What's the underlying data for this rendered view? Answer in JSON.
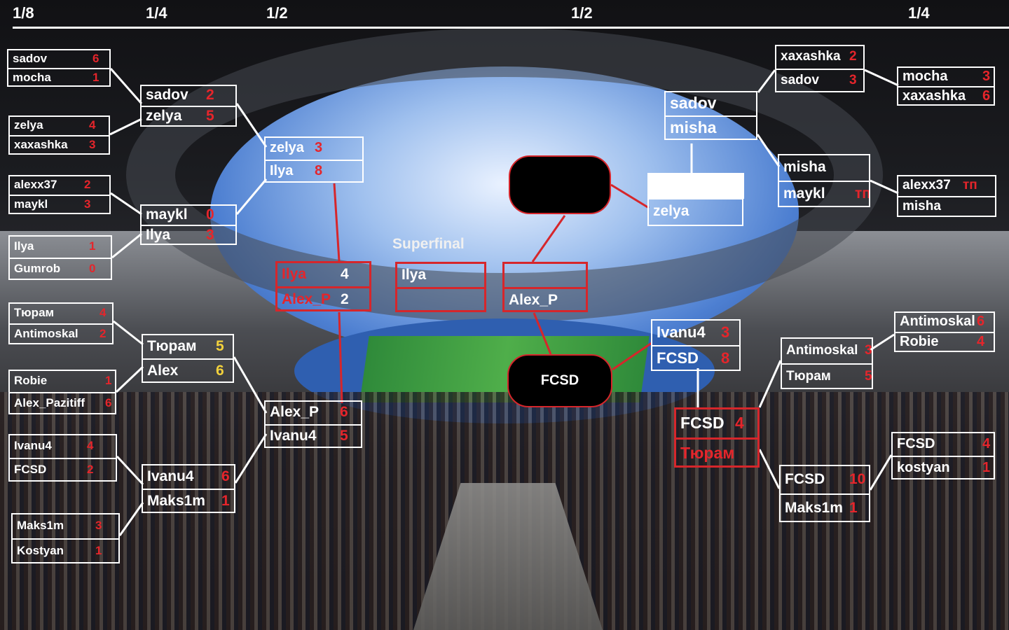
{
  "stages": [
    "1/8",
    "1/4",
    "1/2",
    "1/2",
    "1/4"
  ],
  "superfinal_label": "Superfinal",
  "blob_labels": [
    "",
    "FCSD"
  ],
  "matches": [
    {
      "id": "L8-1",
      "rows": [
        {
          "name": "sadov",
          "score": "6"
        },
        {
          "name": "mocha",
          "score": "1"
        }
      ]
    },
    {
      "id": "L8-2",
      "rows": [
        {
          "name": "zelya",
          "score": "4"
        },
        {
          "name": "xaxashka",
          "score": "3"
        }
      ]
    },
    {
      "id": "L8-3",
      "rows": [
        {
          "name": "alexx37",
          "score": "2"
        },
        {
          "name": "maykl",
          "score": "3"
        }
      ]
    },
    {
      "id": "L8-4",
      "rows": [
        {
          "name": "Ilya",
          "score": "1"
        },
        {
          "name": "Gumrob",
          "score": "0"
        }
      ]
    },
    {
      "id": "L8-5",
      "rows": [
        {
          "name": "Тюрам",
          "score": "4"
        },
        {
          "name": "Antimoskal",
          "score": "2"
        }
      ]
    },
    {
      "id": "L8-6",
      "rows": [
        {
          "name": "Robie",
          "score": "1"
        },
        {
          "name": "Alex_Pazitiff",
          "score": "6"
        }
      ]
    },
    {
      "id": "L8-7",
      "rows": [
        {
          "name": "Ivanu4",
          "score": "4"
        },
        {
          "name": "FCSD",
          "score": "2"
        }
      ]
    },
    {
      "id": "L8-8",
      "rows": [
        {
          "name": "Maks1m",
          "score": "3"
        },
        {
          "name": "Kostyan",
          "score": "1"
        }
      ]
    },
    {
      "id": "L4-1",
      "rows": [
        {
          "name": "sadov",
          "score": "2"
        },
        {
          "name": "zelya",
          "score": "5"
        }
      ]
    },
    {
      "id": "L4-2",
      "rows": [
        {
          "name": "maykl",
          "score": "0"
        },
        {
          "name": "Ilya",
          "score": "3"
        }
      ]
    },
    {
      "id": "L4-3",
      "rows": [
        {
          "name": "Тюрам",
          "score": "5"
        },
        {
          "name": "Alex",
          "score": "6"
        }
      ]
    },
    {
      "id": "L4-4",
      "rows": [
        {
          "name": "Ivanu4",
          "score": "6"
        },
        {
          "name": "Maks1m",
          "score": "1"
        }
      ]
    },
    {
      "id": "L2-1",
      "rows": [
        {
          "name": "zelya",
          "score": "3"
        },
        {
          "name": "Ilya",
          "score": "8"
        }
      ]
    },
    {
      "id": "L2-2",
      "rows": [
        {
          "name": "Alex_P",
          "score": "6"
        },
        {
          "name": "Ivanu4",
          "score": "5"
        }
      ]
    },
    {
      "id": "LF",
      "rows": [
        {
          "name": "Ilya",
          "score": "4"
        },
        {
          "name": "Alex_P",
          "score": "2"
        }
      ]
    },
    {
      "id": "SF",
      "rows": [
        {
          "name": "Ilya",
          "score": ""
        },
        {
          "name": "",
          "score": ""
        }
      ]
    },
    {
      "id": "RF",
      "rows": [
        {
          "name": "",
          "score": ""
        },
        {
          "name": "Alex_P",
          "score": ""
        }
      ]
    },
    {
      "id": "R2-1",
      "rows": [
        {
          "name": "sadov",
          "score": ""
        },
        {
          "name": "misha",
          "score": ""
        }
      ]
    },
    {
      "id": "R2-1b",
      "rows": [
        {
          "name": "zelya",
          "score": ""
        }
      ]
    },
    {
      "id": "R2-2",
      "rows": [
        {
          "name": "Ivanu4",
          "score": "3"
        },
        {
          "name": "FCSD",
          "score": "8"
        }
      ]
    },
    {
      "id": "R2-3",
      "rows": [
        {
          "name": "FCSD",
          "score": "4"
        },
        {
          "name": "Тюрам",
          "score": ""
        }
      ]
    },
    {
      "id": "R4-1",
      "rows": [
        {
          "name": "xaxashka",
          "score": "2"
        },
        {
          "name": "sadov",
          "score": "3"
        }
      ]
    },
    {
      "id": "R4-2",
      "rows": [
        {
          "name": "misha",
          "score": ""
        },
        {
          "name": "maykl",
          "score": "тп"
        }
      ]
    },
    {
      "id": "R4-3",
      "rows": [
        {
          "name": "Antimoskal",
          "score": "3"
        },
        {
          "name": "Тюрам",
          "score": "5"
        }
      ]
    },
    {
      "id": "R4-4",
      "rows": [
        {
          "name": "FCSD",
          "score": "10"
        },
        {
          "name": "Maks1m",
          "score": "1"
        }
      ]
    },
    {
      "id": "R8-1",
      "rows": [
        {
          "name": "mocha",
          "score": "3"
        },
        {
          "name": "xaxashka",
          "score": "6"
        }
      ]
    },
    {
      "id": "R8-2",
      "rows": [
        {
          "name": "alexx37",
          "score": "тп"
        },
        {
          "name": "misha",
          "score": ""
        }
      ]
    },
    {
      "id": "R8-3",
      "rows": [
        {
          "name": "Antimoskal",
          "score": "6"
        },
        {
          "name": "Robie",
          "score": "4"
        }
      ]
    },
    {
      "id": "R8-4",
      "rows": [
        {
          "name": "FCSD",
          "score": "4"
        },
        {
          "name": "kostyan",
          "score": "1"
        }
      ]
    }
  ],
  "colors": {
    "line_white": "#ffffff",
    "line_red": "#d6262b",
    "score_red": "#e5252b"
  }
}
